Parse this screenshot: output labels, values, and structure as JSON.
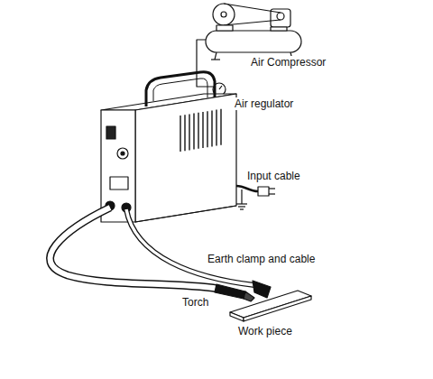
{
  "diagram": {
    "labels": [
      "Air Compressor",
      "Air regulator",
      "Input cable",
      "Earth clamp and cable",
      "Torch",
      "Work piece"
    ]
  }
}
